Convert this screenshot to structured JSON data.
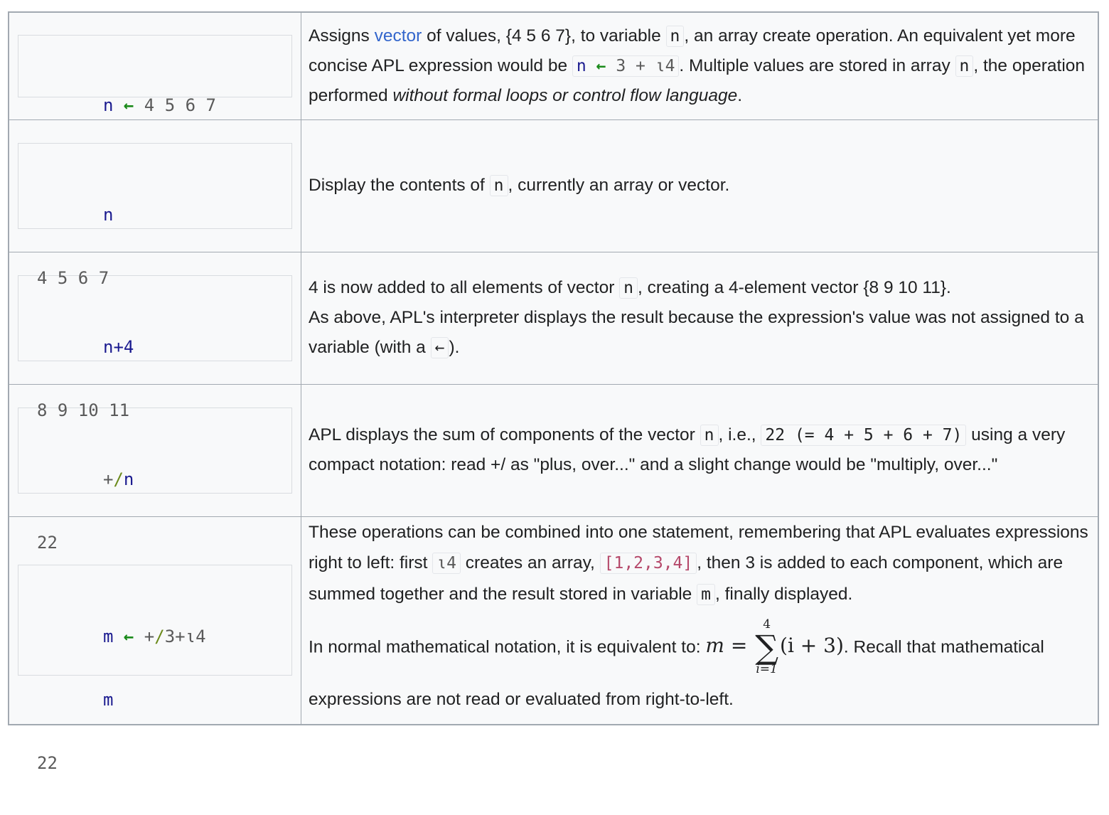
{
  "rows": [
    {
      "code": {
        "line1": {
          "var": "n",
          "assign": "←",
          "rest": " 4 5 6 7"
        }
      },
      "desc": {
        "t1": "Assigns ",
        "link": "vector",
        "t2": " of values, {4 5 6 7}, to variable ",
        "c1": "n",
        "t3": ", an array create operation. An equivalent yet more concise APL expression would be ",
        "c2_var": "n",
        "c2_assign": "←",
        "c2_rest": " 3 + ι4",
        "t4": ". Multiple values are stored in array ",
        "c3": "n",
        "t5": ", the operation performed ",
        "em": "without formal loops or control flow language",
        "t6": "."
      }
    },
    {
      "code": {
        "input": "n",
        "output": "4 5 6 7"
      },
      "desc": {
        "t1": "Display the contents of ",
        "c1": "n",
        "t2": ", currently an array or vector."
      }
    },
    {
      "code": {
        "input": "n+4",
        "output": "8 9 10 11"
      },
      "desc": {
        "t1": "4 is now added to all elements of vector ",
        "c1": "n",
        "t2": ", creating a 4-element vector {8 9 10 11}.",
        "t3": "As above, APL's interpreter displays the result because the expression's value was not assigned to a variable (with a ",
        "c2": "←",
        "t4": ")."
      }
    },
    {
      "code": {
        "input_op1": "+",
        "input_op2": "/",
        "input_var": "n",
        "output": "22"
      },
      "desc": {
        "t1": "APL displays the sum of components of the vector ",
        "c1": "n",
        "t2": ", i.e., ",
        "c2": "22 (= 4 + 5 + 6 + 7)",
        "t3": " using a very compact notation: read +/ as \"plus, over...\" and a slight change would be \"multiply, over...\""
      }
    },
    {
      "code": {
        "line1_var": "m",
        "line1_assign": "←",
        "line1_op1": " +",
        "line1_op2": "/",
        "line1_rest": "3+ι4",
        "line2": "m",
        "output": "22"
      },
      "desc": {
        "t1": "These operations can be combined into one statement, remembering that APL evaluates expressions right to left: first ",
        "c1": "ι4",
        "t2": " creates an array, ",
        "c2": "[1,2,3,4]",
        "t3": ", then 3 is added to each component, which are summed together and the result stored in variable ",
        "c3": "m",
        "t4": ", finally displayed.",
        "t5": "In normal mathematical notation, it is equivalent to: ",
        "math_lhs": "m",
        "math_eq": " = ",
        "sum_upper": "4",
        "sum_symbol": "∑",
        "sum_lower": "i=1",
        "math_rhs": "(i + 3)",
        "t6": ". Recall that mathematical expressions are not read or evaluated from right-to-left."
      }
    }
  ],
  "colors": {
    "variable": "#1a1a8f",
    "assign_arrow": "#1a8a1a",
    "operator_slash": "#6b8a1a",
    "link": "#3366cc",
    "literal_red": "#b5486a",
    "table_border": "#a2a9b1",
    "cell_bg": "#f8f9fa"
  }
}
